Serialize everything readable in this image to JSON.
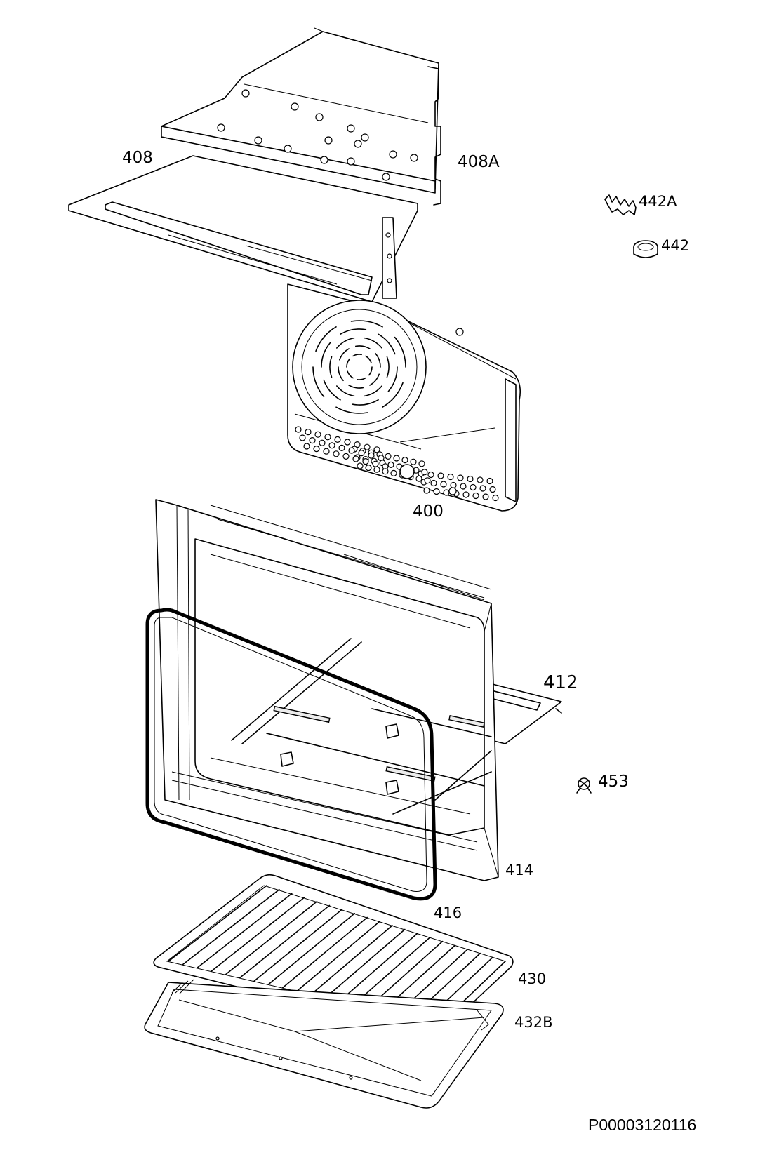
{
  "diagram": {
    "labels": {
      "p408": "408",
      "p408A": "408A",
      "p442A": "442A",
      "p442": "442",
      "p400": "400",
      "p412": "412",
      "p453": "453",
      "p414": "414",
      "p416": "416",
      "p430": "430",
      "p432B": "432B"
    },
    "drawing_code": "P00003120116"
  }
}
